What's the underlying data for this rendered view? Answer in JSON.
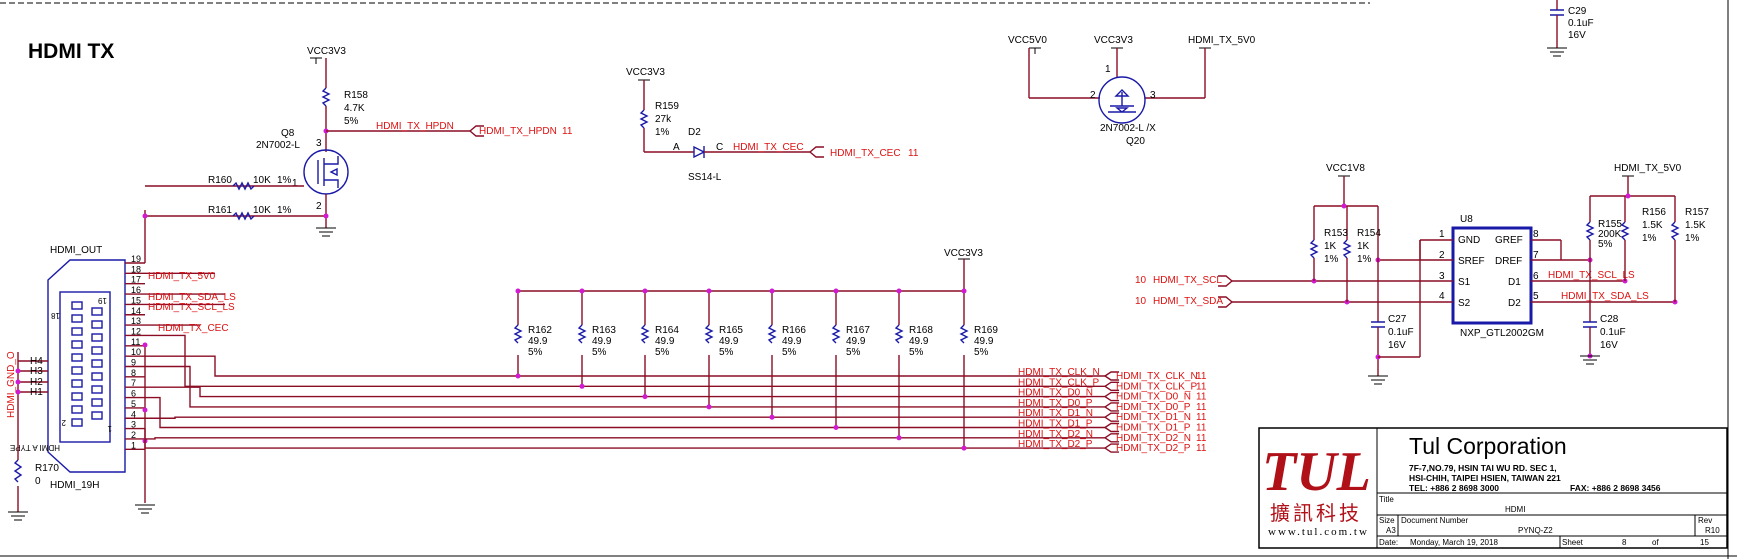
{
  "title": "HDMI TX",
  "connector": {
    "ref": "HDMI_OUT",
    "part": "HDMI_19H",
    "face": "HDMI A TYPE",
    "face_pins": [
      "18",
      "19",
      "2",
      "1"
    ],
    "pins": [
      "19",
      "18",
      "17",
      "16",
      "15",
      "14",
      "13",
      "12",
      "11",
      "10",
      "9",
      "8",
      "7",
      "6",
      "5",
      "4",
      "3",
      "2",
      "1"
    ],
    "shield": [
      "H4",
      "H3",
      "H2",
      "H1"
    ],
    "pin_nets": {
      "18": "HDMI_TX_5V0",
      "16": "HDMI_TX_SDA_LS",
      "15": "HDMI_TX_SCL_LS",
      "13": "HDMI_TX_CEC"
    },
    "gnd_net": "HDMI_GND_O"
  },
  "r170": {
    "ref": "R170",
    "value": "0"
  },
  "rail_labels": [
    "VCC3V3",
    "VCC3V3",
    "VCC3V3",
    "VCC3V3",
    "VCC5V0",
    "VCC1V8",
    "HDMI_TX_5V0",
    "HDMI_TX_5V0"
  ],
  "q8": {
    "ref": "Q8",
    "part": "2N7002-L",
    "pins": [
      "3",
      "1",
      "2"
    ]
  },
  "q20": {
    "part": "2N7002-L /X",
    "ref": "Q20",
    "pins": [
      "1",
      "2",
      "3"
    ]
  },
  "r158": [
    "R158",
    "4.7K",
    "5%"
  ],
  "r159": [
    "R159",
    "27k",
    "1%"
  ],
  "r160": [
    "R160",
    "10K",
    "1%"
  ],
  "r161": [
    "R161",
    "10K",
    "1%"
  ],
  "d2": {
    "ref": "D2",
    "part": "SS14-L",
    "a": "A",
    "c": "C"
  },
  "hpdn": {
    "net": "HDMI_TX_HPDN",
    "port": "HDMI_TX_HPDN",
    "page": "11"
  },
  "cec": {
    "net": "HDMI_TX_CEC",
    "port": "HDMI_TX_CEC",
    "page": "11"
  },
  "terminations": [
    {
      "ref": "R162",
      "v": "49.9",
      "t": "5%"
    },
    {
      "ref": "R163",
      "v": "49.9",
      "t": "5%"
    },
    {
      "ref": "R164",
      "v": "49.9",
      "t": "5%"
    },
    {
      "ref": "R165",
      "v": "49.9",
      "t": "5%"
    },
    {
      "ref": "R166",
      "v": "49.9",
      "t": "5%"
    },
    {
      "ref": "R167",
      "v": "49.9",
      "t": "5%"
    },
    {
      "ref": "R168",
      "v": "49.9",
      "t": "5%"
    },
    {
      "ref": "R169",
      "v": "49.9",
      "t": "5%"
    }
  ],
  "diff_nets": [
    "HDMI_TX_CLK_N",
    "HDMI_TX_CLK_P",
    "HDMI_TX_D0_N",
    "HDMI_TX_D0_P",
    "HDMI_TX_D1_N",
    "HDMI_TX_D1_P",
    "HDMI_TX_D2_N",
    "HDMI_TX_D2_P"
  ],
  "diff_page": "11",
  "u8": {
    "ref": "U8",
    "part": "NXP_GTL2002GM",
    "left": [
      [
        "1",
        "GND"
      ],
      [
        "2",
        "SREF"
      ],
      [
        "3",
        "S1"
      ],
      [
        "4",
        "S2"
      ]
    ],
    "right": [
      [
        "8",
        "GREF"
      ],
      [
        "7",
        "DREF"
      ],
      [
        "6",
        "D1"
      ],
      [
        "5",
        "D2"
      ]
    ]
  },
  "u8_inputs": [
    {
      "page": "10",
      "net": "HDMI_TX_SCL"
    },
    {
      "page": "10",
      "net": "HDMI_TX_SDA"
    }
  ],
  "u8_outputs": [
    "HDMI_TX_SCL_LS",
    "HDMI_TX_SDA_LS"
  ],
  "r153": [
    "R153",
    "1K",
    "1%"
  ],
  "r154": [
    "R154",
    "1K",
    "1%"
  ],
  "r155": [
    "R155",
    "200K",
    "5%"
  ],
  "r156": [
    "R156",
    "1.5K",
    "1%"
  ],
  "r157": [
    "R157",
    "1.5K",
    "1%"
  ],
  "c27": [
    "C27",
    "0.1uF",
    "16V"
  ],
  "c28": [
    "C28",
    "0.1uF",
    "16V"
  ],
  "c29": [
    "C29",
    "0.1uF",
    "16V"
  ],
  "title_block": {
    "company": "Tul Corporation",
    "addr1": "7F-7,NO.79, HSIN TAI WU RD. SEC 1,",
    "addr2": "HSI-CHIH, TAIPEI HSIEN, TAIWAN 221",
    "tel": "TEL: +886 2 8698 3000",
    "fax": "FAX: +886 2 8698 3456",
    "logo": "TUL",
    "logo_cn": "擴訊科技",
    "url": "www.tul.com.tw",
    "title_label": "Title",
    "title": "HDMI",
    "size_label": "Size",
    "size": "A3",
    "doc_label": "Document Number",
    "doc": "PYNQ-Z2",
    "rev_label": "Rev",
    "rev": "R10",
    "date_label": "Date:",
    "date": "Monday, March 19, 2018",
    "sheet_label": "Sheet",
    "sheet": "8",
    "of_label": "of",
    "of": "15"
  },
  "colors": {
    "wire": "#8b0d25",
    "component": "#1a1aa8",
    "net": "#dd1111",
    "junction": "#d11ad1"
  }
}
